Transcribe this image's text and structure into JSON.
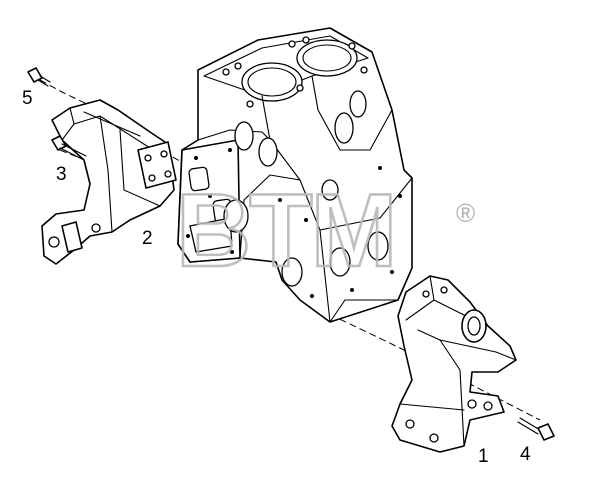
{
  "watermark": {
    "text": "BTM",
    "registered_mark": "®"
  },
  "callouts": [
    {
      "id": "1",
      "label": "1"
    },
    {
      "id": "2",
      "label": "2"
    },
    {
      "id": "3",
      "label": "3"
    },
    {
      "id": "4",
      "label": "4"
    },
    {
      "id": "5",
      "label": "5"
    }
  ]
}
